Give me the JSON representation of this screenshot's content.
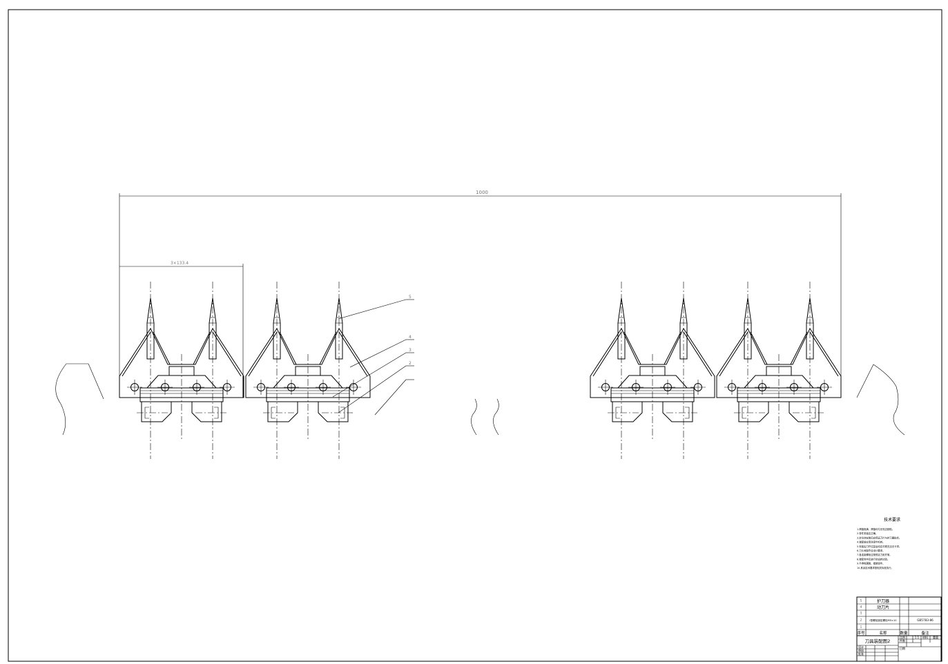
{
  "dimensions": {
    "overall": "1000",
    "module": "3×133.4"
  },
  "balloons": [
    "5",
    "4",
    "3",
    "2",
    ""
  ],
  "technical_requirements": {
    "title": "技术要求",
    "lines": [
      "1.焊缝饱满，焊缝均匀无咬边缺陷。",
      "2.零件安装应正确。",
      "3.定位块安装后应保证刀片与护刀器贴合。",
      "4.装配前应清洗零件毛刺。",
      "5.安装后刀杆往复运动应平顺灵活无卡滞。",
      "6.刀片间距符合设计要求。",
      "7.各连接螺栓应按规定力矩拧紧。",
      "8.装配完毕后进行空运转试验。",
      "9.不得有漏装、错装零件。",
      "10.其余技术要求按相关标准执行。"
    ]
  },
  "title_block": {
    "parts": [
      {
        "seq": "5",
        "name": "护刀器",
        "qty": "",
        "remark": ""
      },
      {
        "seq": "4",
        "name": "动刀片",
        "qty": "",
        "remark": ""
      },
      {
        "seq": "3",
        "name": "",
        "qty": "",
        "remark": ""
      },
      {
        "seq": "2",
        "name": "I型螺栓固定螺栓M5×10",
        "qty": "",
        "remark": "GB5783-86"
      },
      {
        "seq": "1",
        "name": "",
        "qty": "",
        "remark": ""
      }
    ],
    "header": {
      "seq": "序号",
      "name": "名称",
      "qty": "数量",
      "remark": "备注"
    },
    "drawing_title": "刀具装配图2",
    "labels": {
      "ratio": "比例",
      "sheet": "1:1",
      "material": "材料",
      "weight": "重量",
      "qty_label": "件数",
      "designer": "设计",
      "checker": "审核",
      "approver": "批准",
      "date": "日期"
    }
  }
}
